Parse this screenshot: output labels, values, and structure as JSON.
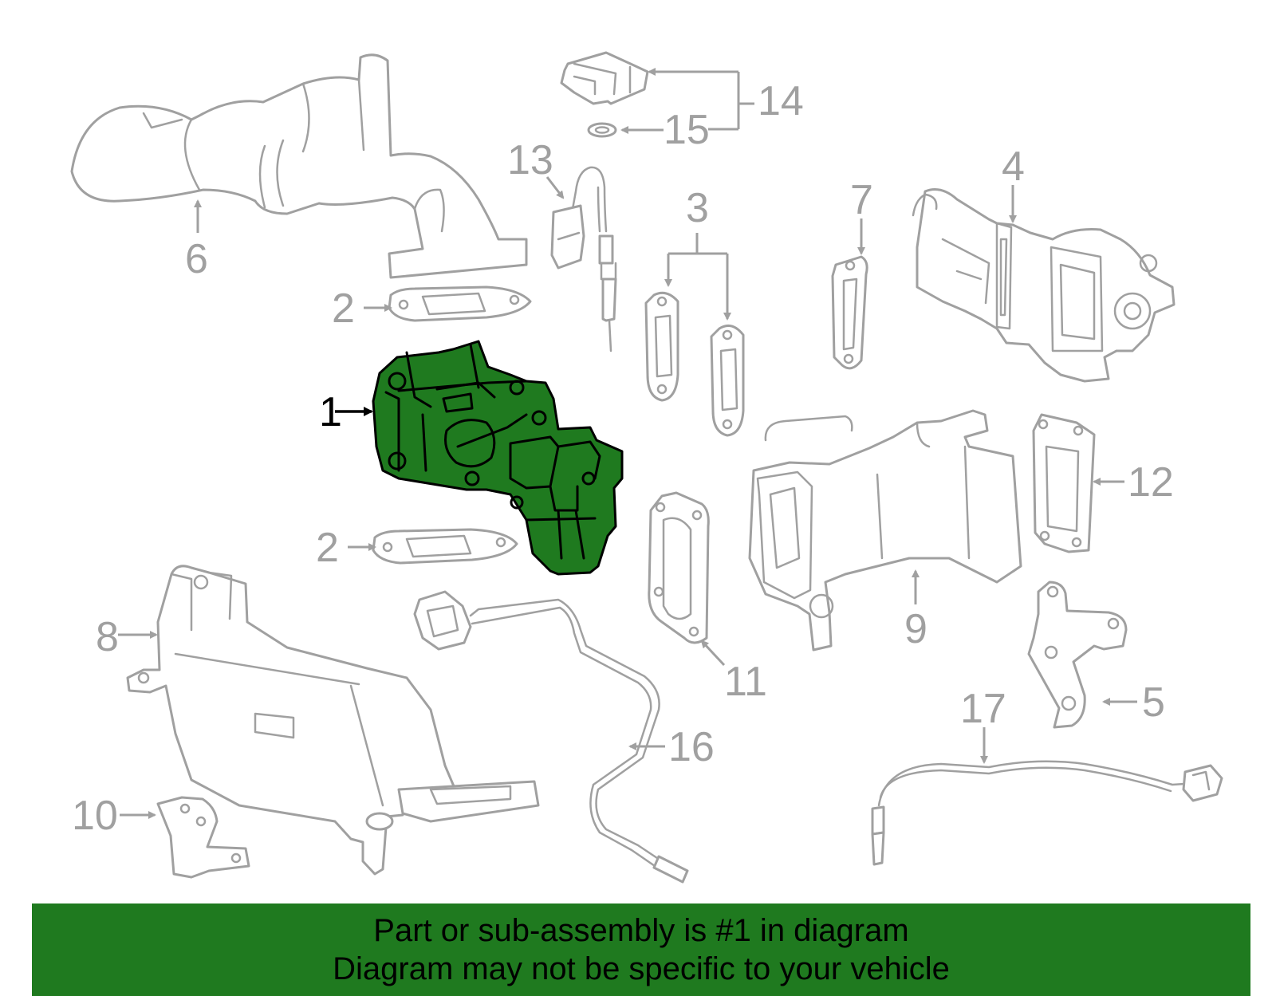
{
  "colors": {
    "highlight": "#1f7a1f",
    "line_gray": "#a0a0a0",
    "banner": "#1f7a1f",
    "text_black": "#000000"
  },
  "callouts": {
    "c1": "1",
    "c2a": "2",
    "c2b": "2",
    "c3": "3",
    "c4": "4",
    "c5": "5",
    "c6": "6",
    "c7": "7",
    "c8": "8",
    "c9": "9",
    "c10": "10",
    "c11": "11",
    "c12": "12",
    "c13": "13",
    "c14": "14",
    "c15": "15",
    "c16": "16",
    "c17": "17"
  },
  "footer": {
    "line1": "Part or sub-assembly is #1 in diagram",
    "line2": "Diagram may not be specific to your vehicle"
  }
}
